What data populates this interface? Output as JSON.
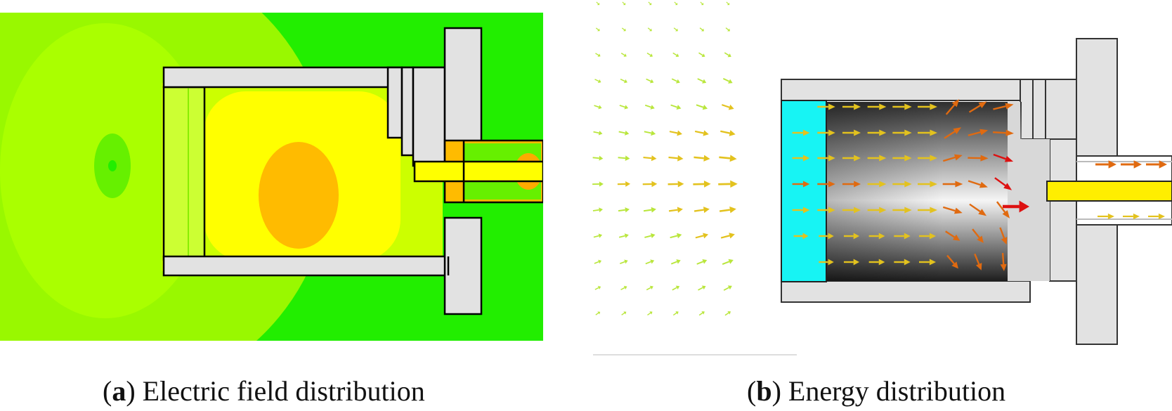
{
  "colors": {
    "field_green": "#22ee00",
    "field_light_green": "#aaff00",
    "field_yellow": "#ffff00",
    "field_orange": "#ffbb00",
    "metal_grey": "#e2e2e2",
    "dielectric_cyan": "#17f4f4",
    "arrow_weak": "#b9e63c",
    "arrow_mid": "#e3c21e",
    "arrow_strong": "#e06a10",
    "arrow_peak": "#dd1111"
  },
  "captions": {
    "a": {
      "label": "a",
      "text": "Electric field distribution"
    },
    "b": {
      "label": "b",
      "text": "Energy distribution"
    }
  }
}
